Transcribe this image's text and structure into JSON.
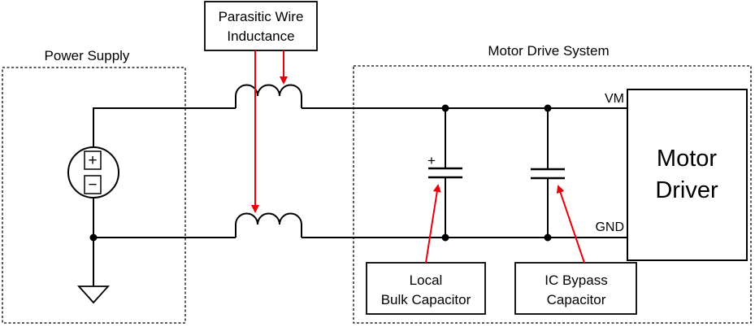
{
  "labels": {
    "power_supply": "Power Supply",
    "motor_drive_system": "Motor Drive System",
    "parasitic_line1": "Parasitic Wire",
    "parasitic_line2": "Inductance",
    "vm": "VM",
    "gnd": "GND",
    "motor_driver_line1": "Motor",
    "motor_driver_line2": "Driver",
    "bulk_line1": "Local",
    "bulk_line2": "Bulk Capacitor",
    "bypass_line1": "IC Bypass",
    "bypass_line2": "Capacitor",
    "source_plus": "+",
    "source_minus": "−",
    "cap_plus": "+"
  },
  "colors": {
    "wire": "#000000",
    "arrow": "#e8000b",
    "background": "#ffffff"
  }
}
